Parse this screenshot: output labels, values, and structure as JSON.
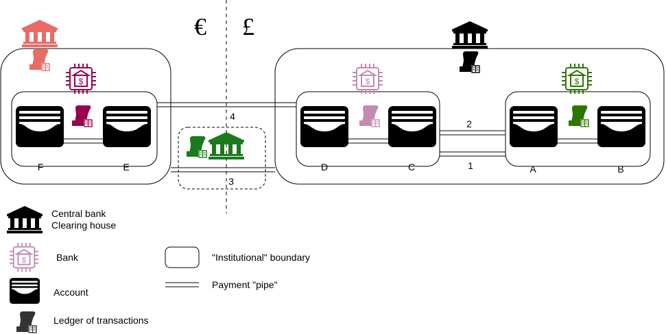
{
  "currencies": {
    "left": "€",
    "right": "£"
  },
  "accounts": {
    "F": "F",
    "E": "E",
    "D": "D",
    "C": "C",
    "A": "A",
    "B": "B"
  },
  "pipes": {
    "p1": "1",
    "p2": "2",
    "p3": "3",
    "p4": "4"
  },
  "legend": {
    "central_bank_line1": "Central bank",
    "central_bank_line2": "Clearing house",
    "bank": "Bank",
    "account": "Account",
    "ledger": "Ledger of transactions",
    "institutional_boundary": "\"Institutional\" boundary",
    "payment_pipe": "Payment \"pipe\""
  },
  "colors": {
    "black": "#000000",
    "euro_central_bank": "#ea6b66",
    "bank_left": "#99004d",
    "bank_middle": "#c38ab3",
    "bank_right": "#2d7600",
    "clearing_house": "#1b7a1b",
    "boundary_stroke": "#000000"
  }
}
